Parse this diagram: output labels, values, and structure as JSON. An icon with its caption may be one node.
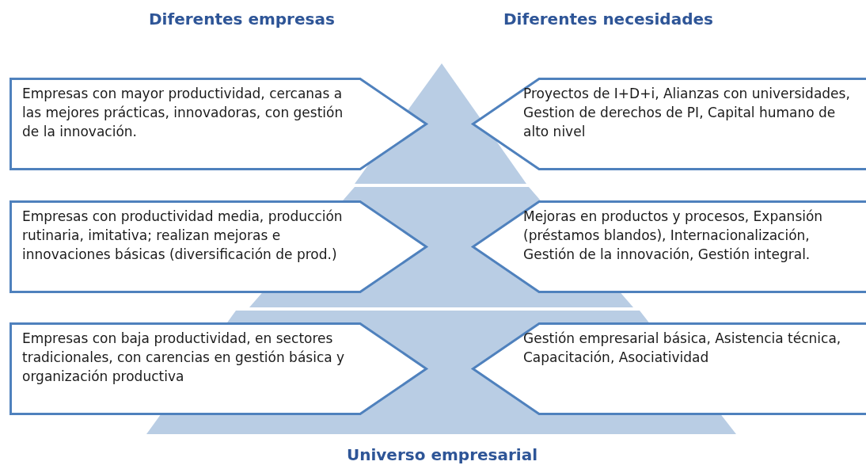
{
  "diagram": {
    "nodes": [
      {
        "text": [
          "Empresas con mayor productividad, cercanas a las mejores prácticas, innovadoras, con gestión de la innovación."
        ]
      },
      {
        "text": [
          "Proyectos de I+D+i, Alianzas con universidades, Gestion de derechos de PI, Capital humano de alto nivel"
        ]
      },
      {
        "text": [
          "Empresas con productividad media, producción rutinaria, imitativa; realizan mejoras e innovaciones básicas (diversificación de prod.)"
        ]
      },
      {
        "text": [
          "Mejoras en productos y procesos, Expansión (préstamos blandos), Internacionalización, Gestión de la innovación, Gestión integral."
        ]
      },
      {
        "text": [
          "Empresas con baja productividad, en sectores tradicionales, con carencias en gestión básica y organización productiva"
        ]
      },
      {
        "text": [
          "Gestión empresarial básica, Asistencia técnica, Capacitación, Asociatividad"
        ]
      }
    ],
    "edges": [],
    "labels": [
      "Diferentes empresas",
      "Diferentes necesidades",
      "Universo empresarial"
    ]
  }
}
